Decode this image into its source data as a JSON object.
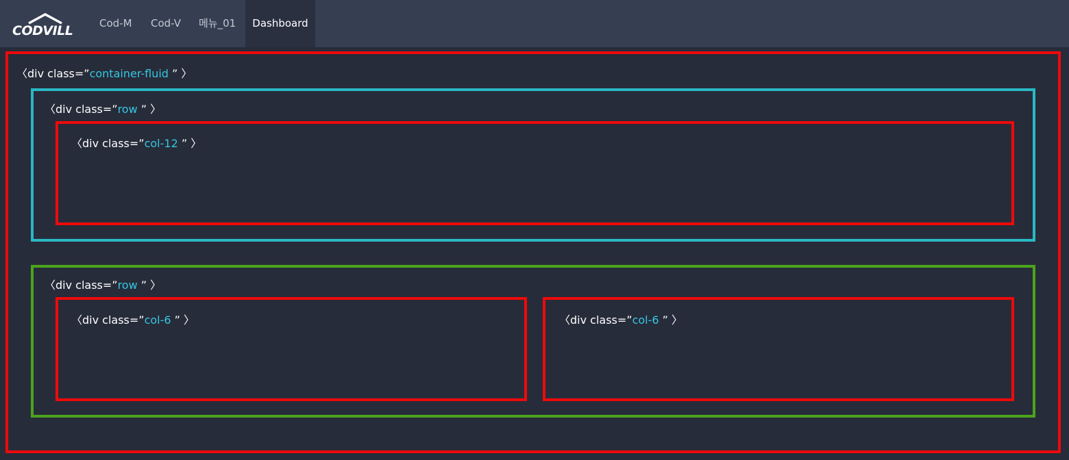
{
  "brand": {
    "logo_text": "CODVILL"
  },
  "nav": {
    "items": [
      {
        "label": "Cod-M"
      },
      {
        "label": "Cod-V"
      },
      {
        "label": "메뉴_01"
      },
      {
        "label": "Dashboard",
        "active": true
      }
    ]
  },
  "layout_labels": {
    "prefix": "〈div class=”",
    "suffix": " ”  〉",
    "container": "container-fluid",
    "row1": "row",
    "row1_col": "col-12",
    "row2": "row",
    "row2_col_left": "col-6",
    "row2_col_right": "col-6"
  },
  "colors": {
    "background": "#272c3a",
    "navbar": "#363f52",
    "container_border": "#ee0a0a",
    "row1_border": "#2ab8c4",
    "row2_border": "#4ca41c",
    "col_border": "#ee0a0a",
    "class_name_text": "#35c8e2"
  }
}
